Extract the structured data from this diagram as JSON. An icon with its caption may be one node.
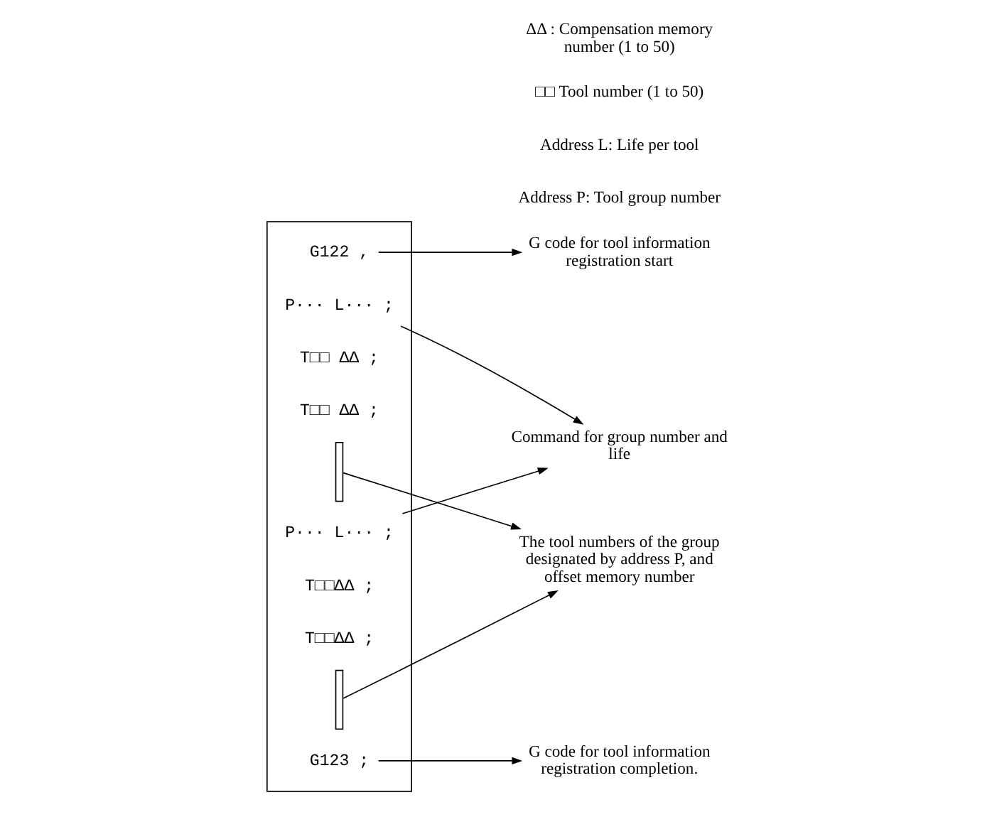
{
  "diagram": {
    "nodes": [
      {
        "text": [],
        "shape": "box"
      },
      {
        "text": [
          "G122 ,"
        ],
        "in": 0
      },
      {
        "text": [
          "P··· L··· ;"
        ],
        "in": 0
      },
      {
        "text": [
          "T□□ ΔΔ ;"
        ],
        "in": 0
      },
      {
        "text": [
          "T□□ ΔΔ ;"
        ],
        "in": 0
      },
      {
        "text": [],
        "shape": "bracket",
        "in": 0
      },
      {
        "text": [
          "P··· L··· ;"
        ],
        "in": 0
      },
      {
        "text": [
          "T□□ΔΔ ;"
        ],
        "in": 0
      },
      {
        "text": [
          "T□□ΔΔ ;"
        ],
        "in": 0
      },
      {
        "text": [],
        "shape": "bracket",
        "in": 0
      },
      {
        "text": [
          "G123 ;"
        ],
        "in": 0
      },
      {
        "text": [
          "G code for tool information registration start"
        ]
      },
      {
        "text": [
          "Command for group number and life"
        ]
      },
      {
        "text": [
          "The tool numbers of the group designated by address P, and offset memory number"
        ]
      },
      {
        "text": [
          "G code for tool information registration completion."
        ]
      }
    ],
    "edges": [
      {
        "from": 1,
        "to": 11,
        "arrow": "to"
      },
      {
        "from": 2,
        "to": 12,
        "arrow": "to"
      },
      {
        "from": 6,
        "to": 12,
        "arrow": "to"
      },
      {
        "from": 5,
        "to": 13,
        "arrow": "to"
      },
      {
        "from": 9,
        "to": 13,
        "arrow": "to"
      },
      {
        "from": 10,
        "to": 14,
        "arrow": "to"
      }
    ],
    "labels": [
      "Address P: Tool group number",
      "Address L: Life per tool",
      "□□ Tool number (1 to 50)",
      "ΔΔ : Compensation memory number (1 to 50)"
    ]
  }
}
